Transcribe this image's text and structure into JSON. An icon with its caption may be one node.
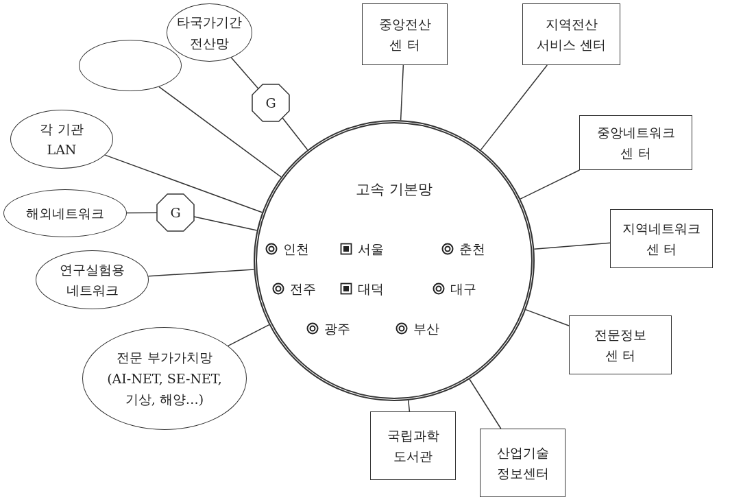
{
  "diagram": {
    "nodes": [
      {
        "text": [
          "고속 기본망"
        ]
      },
      {
        "text": [
          "타국가기간 전산망"
        ]
      },
      {
        "text": [
          "G"
        ]
      },
      {
        "text": [
          "중앙전산 센 터"
        ]
      },
      {
        "text": [
          "지역전산 서비스 센터"
        ]
      },
      {
        "text": [],
        "shape": "ellipse"
      },
      {
        "text": [
          "중앙네트워크 센 터"
        ]
      },
      {
        "text": [
          "각 기관 LAN"
        ]
      },
      {
        "text": [
          "지역네트워크 센 터"
        ]
      },
      {
        "text": [
          "해외네트워크"
        ]
      },
      {
        "text": [
          "G"
        ]
      },
      {
        "text": [
          "연구실험용 네트워크"
        ]
      },
      {
        "text": [
          "전문정보 센 터"
        ]
      },
      {
        "text": [
          "전문 부가가치망 (AI-NET, SE-NET, 기상, 해양…)"
        ]
      },
      {
        "text": [
          "국립과학 도서관"
        ]
      },
      {
        "text": [
          "산업기술 정보센터"
        ]
      }
    ],
    "edges": [
      {
        "from": 1,
        "to": 2,
        "arrow": "none"
      },
      {
        "from": 2,
        "to": 0,
        "arrow": "none"
      },
      {
        "from": 3,
        "to": 0,
        "arrow": "none"
      },
      {
        "from": 4,
        "to": 0,
        "arrow": "none"
      },
      {
        "from": 5,
        "to": 0,
        "arrow": "none"
      },
      {
        "from": 6,
        "to": 0,
        "arrow": "none"
      },
      {
        "from": 7,
        "to": 0,
        "arrow": "none"
      },
      {
        "from": 8,
        "to": 0,
        "arrow": "none"
      },
      {
        "from": 9,
        "to": 10,
        "arrow": "none"
      },
      {
        "from": 10,
        "to": 0,
        "arrow": "none"
      },
      {
        "from": 11,
        "to": 0,
        "arrow": "none"
      },
      {
        "from": 12,
        "to": 0,
        "arrow": "none"
      },
      {
        "from": 13,
        "to": 0,
        "arrow": "none"
      },
      {
        "from": 14,
        "to": 0,
        "arrow": "none"
      },
      {
        "from": 15,
        "to": 0,
        "arrow": "none"
      }
    ],
    "labels": [
      "인천",
      "서울",
      "춘천",
      "전주",
      "대덕",
      "대구",
      "광주",
      "부산"
    ]
  }
}
